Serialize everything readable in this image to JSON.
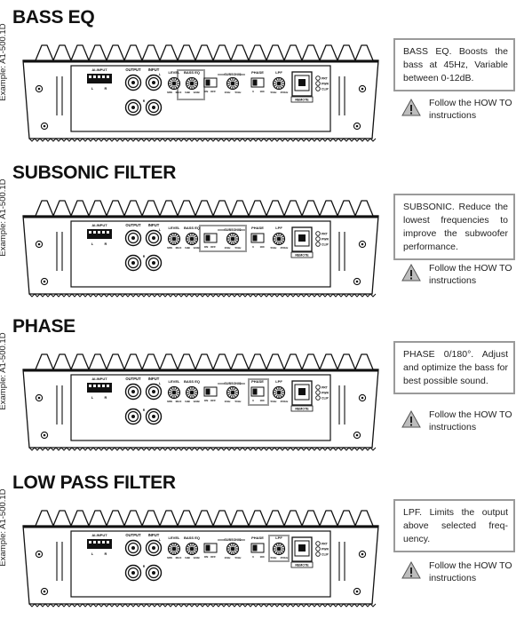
{
  "example_label": "Example: A1-500.1D",
  "amp_labels": {
    "ai_input": "AI-INPUT",
    "l": "L",
    "r": "R",
    "output": "OUTPUT",
    "input": "INPUT",
    "level": "LEVEL",
    "bass_eq": "BASS EQ",
    "subsonic": "SUBSONIC",
    "phase": "PHASE",
    "lpf": "LPF",
    "min": "MIN",
    "max": "MAX",
    "odb": "0dB",
    "12db": "12dB",
    "on": "ON",
    "off": "OFF",
    "10hz": "10Hz",
    "50hz": "50Hz",
    "zero": "0",
    "180": "180",
    "50hz_lpf": "50Hz",
    "250hz": "250Hz",
    "pwr": "PWR",
    "clip": "CLIP",
    "prt": "PRT",
    "remote": "REMOTE"
  },
  "sections": [
    {
      "title": "BASS EQ",
      "info": "BASS EQ. Boosts the bass at 45Hz, Variable between 0-12dB.",
      "howto": "Follow the HOW TO instructions",
      "highlight": "bass_eq"
    },
    {
      "title": "SUBSONIC FILTER",
      "info": "SUBSONIC. Reduce the lowest frequencies to improve the subwoofer performance.",
      "howto": "Follow the HOW TO instructions",
      "highlight": "subsonic"
    },
    {
      "title": "PHASE",
      "info": "PHASE 0/180°. Adjust and optimize the bass for best possible sound.",
      "howto": "Follow the HOW TO instructions",
      "highlight": "phase"
    },
    {
      "title": "LOW PASS FILTER",
      "info": "LPF. Limits the output above selected freq-uency.",
      "howto": "Follow the HOW TO instructions",
      "highlight": "lpf"
    }
  ]
}
